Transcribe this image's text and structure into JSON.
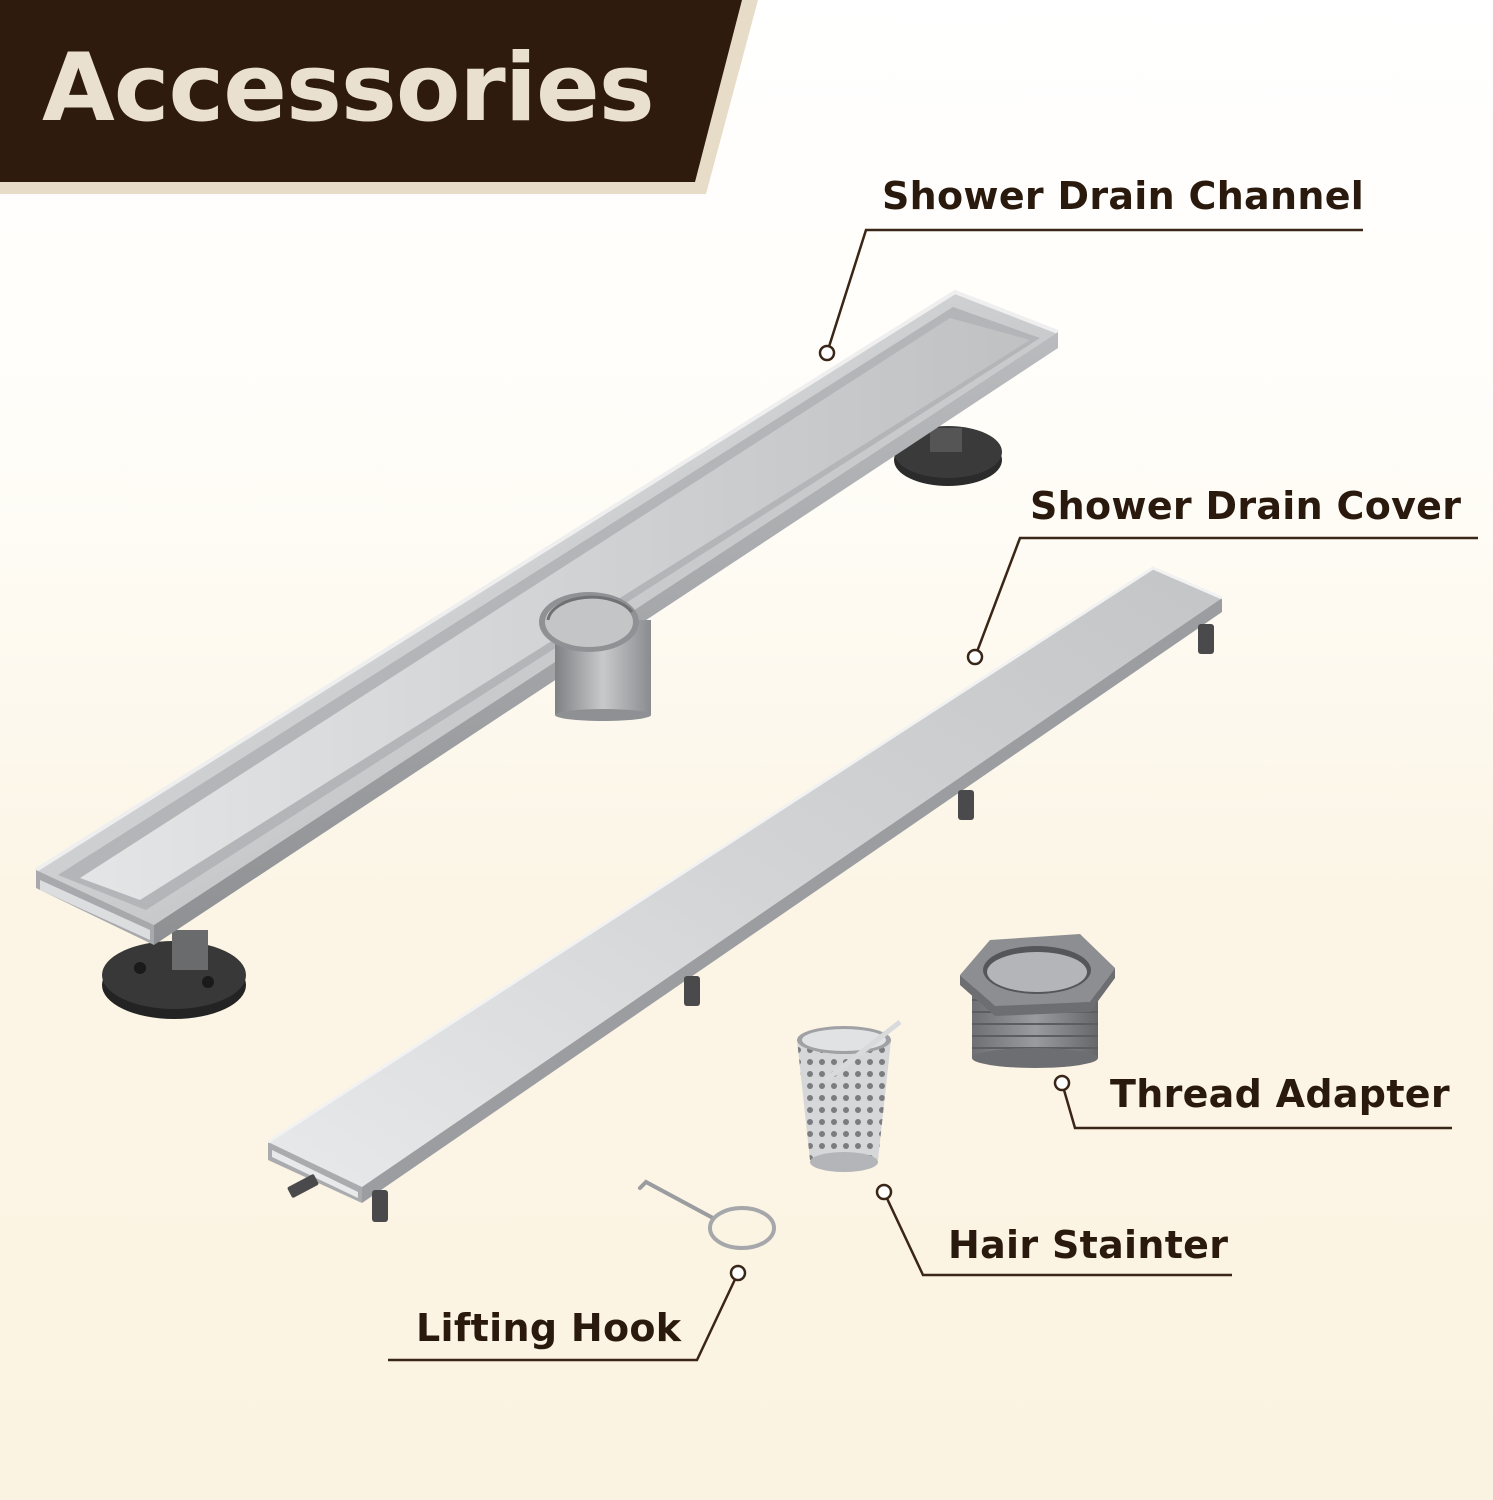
{
  "banner": {
    "title": "Accessories"
  },
  "parts": {
    "channel_label": "Shower Drain Channel",
    "cover_label": "Shower Drain Cover",
    "adapter_label": "Thread Adapter",
    "strainer_label": "Hair Stainter",
    "hook_label": "Lifting Hook"
  },
  "colors": {
    "banner_dark": "#2e1b0d",
    "banner_accent": "#e6dcc8",
    "label_text": "#2a1a0e",
    "steel": "#c9cacc"
  }
}
